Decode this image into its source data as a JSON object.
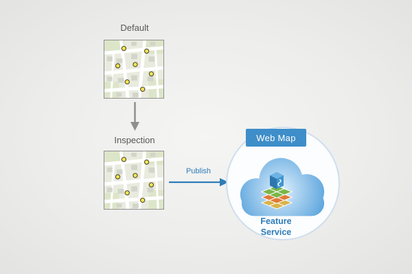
{
  "diagram": {
    "labels": {
      "default": "Default",
      "inspection": "Inspection",
      "publish": "Publish",
      "web_map": "Web Map",
      "feature_service": "Feature Service"
    },
    "icons": {
      "map_thumbnails": "street-map-with-yellow-point-markers",
      "flow": [
        "arrow-down-icon",
        "publish-arrow-icon"
      ],
      "cloud": "cloud-icon",
      "service": "feature-service-layers-icon"
    },
    "colors": {
      "accent_blue": "#3e8ec9",
      "publish_blue": "#2e7cb8",
      "cloud_blue": "#5aa3dc",
      "marker_yellow": "#f7e64e",
      "background_gray": "#ededec",
      "circle_ring": "#cfdeed"
    }
  }
}
